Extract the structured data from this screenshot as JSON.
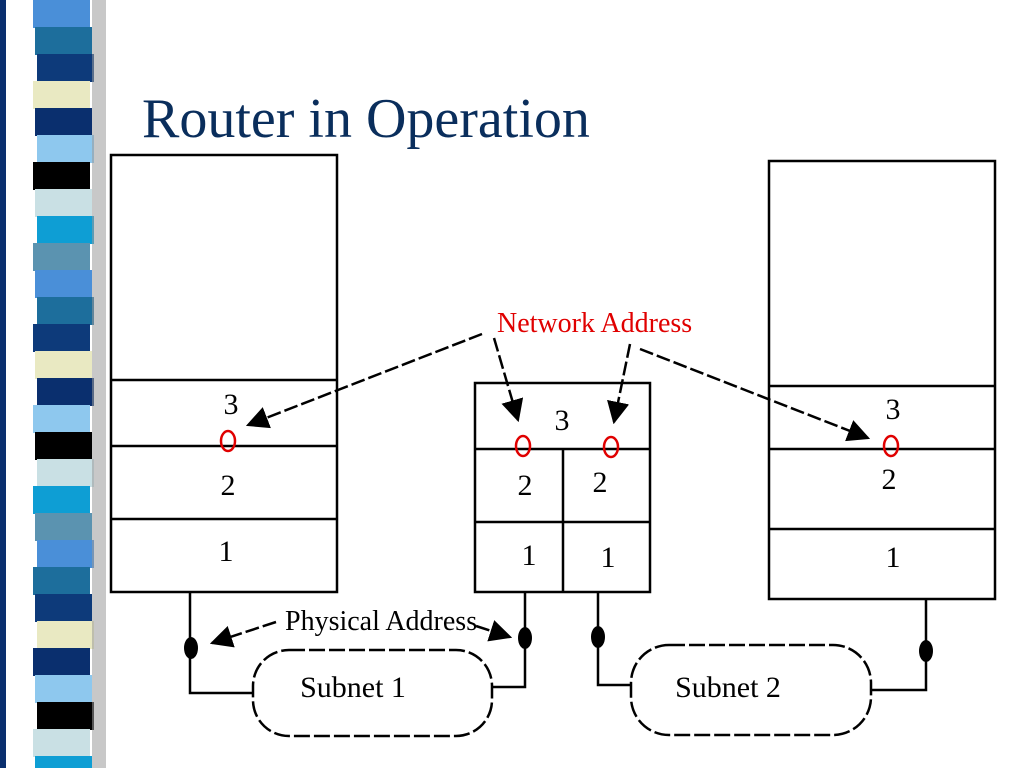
{
  "slide": {
    "title": "Router in Operation",
    "title_color": "#0a2e5c"
  },
  "diagram": {
    "host_left": {
      "layers": [
        "3",
        "2",
        "1"
      ]
    },
    "router": {
      "top_layer": "3",
      "left_layers": [
        "2",
        "1"
      ],
      "right_layers": [
        "2",
        "1"
      ]
    },
    "host_right": {
      "layers": [
        "3",
        "2",
        "1"
      ]
    },
    "network_address_label": "Network Address",
    "network_address_color": "#e00000",
    "physical_address_label": "Physical Address",
    "subnet_1_label": "Subnet 1",
    "subnet_2_label": "Subnet 2"
  },
  "decor": {
    "stripe_colors": [
      "#1d6e9c",
      "#0a2f6e",
      "#c9e0e4",
      "#4a8fd8",
      "#e9e9c2",
      "#000000",
      "#5b93b0",
      "#0d3a7a",
      "#8ec8ee",
      "#0e9ed4"
    ]
  }
}
